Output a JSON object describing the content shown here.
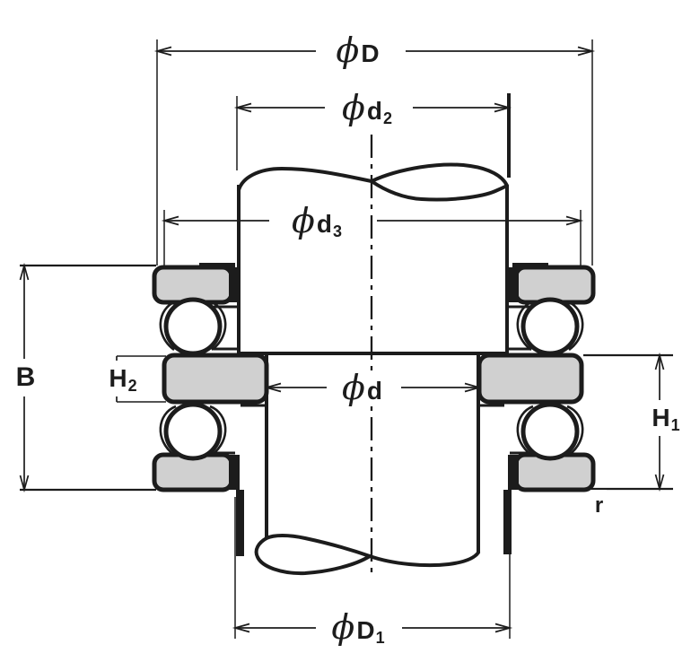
{
  "figure": {
    "background": "#ffffff",
    "line_color": "#1c1c1c",
    "washer_fill": "#d0d0d0",
    "ball_fill": "#ffffff"
  },
  "labels": {
    "D": {
      "prefix": "ϕ",
      "base": "D",
      "sub": ""
    },
    "d2": {
      "prefix": "ϕ",
      "base": "d",
      "sub": "2"
    },
    "d3": {
      "prefix": "ϕ",
      "base": "d",
      "sub": "3"
    },
    "d": {
      "prefix": "ϕ",
      "base": "d",
      "sub": ""
    },
    "D1": {
      "prefix": "ϕ",
      "base": "D",
      "sub": "1"
    },
    "B": {
      "prefix": "",
      "base": "B",
      "sub": ""
    },
    "H2": {
      "prefix": "",
      "base": "H",
      "sub": "2"
    },
    "H1": {
      "prefix": "",
      "base": "H",
      "sub": "1"
    },
    "r": {
      "prefix": "",
      "base": "r",
      "sub": ""
    }
  }
}
